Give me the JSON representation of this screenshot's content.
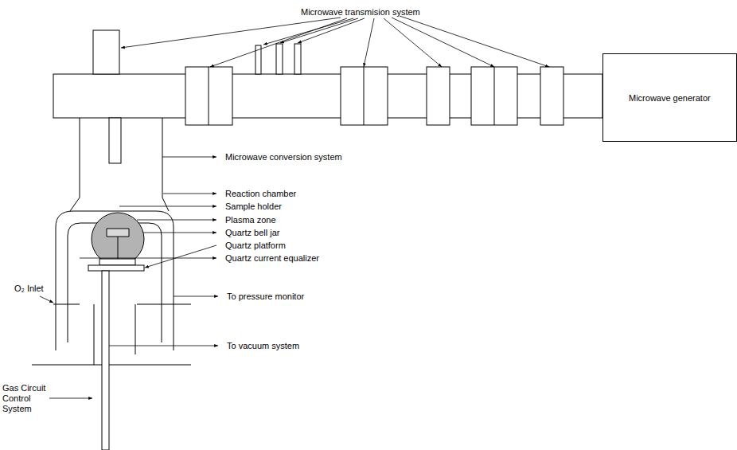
{
  "diagram": {
    "nodes": [
      {
        "text": [
          "Microwave generator"
        ]
      }
    ],
    "labels": [
      "Microwave transmision system",
      "Microwave conversion system",
      "Reaction chamber",
      "Sample holder",
      "Plasma zone",
      "Quartz bell jar",
      "Quartz platform",
      "Quartz current equalizer",
      "O₂ Inlet",
      "To pressure monitor",
      "Gas Circuit Control System",
      "To vacuum system"
    ]
  }
}
